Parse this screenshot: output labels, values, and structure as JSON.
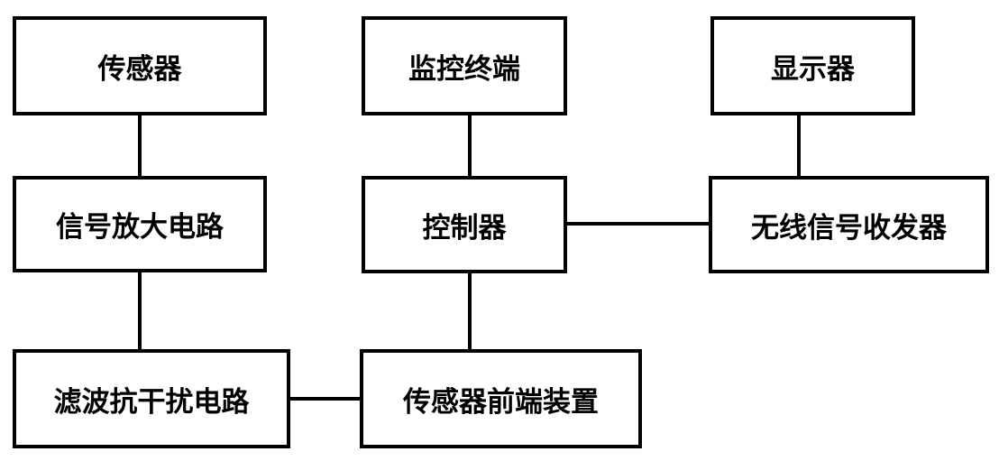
{
  "diagram": {
    "nodes": {
      "sensor": "传感器",
      "monitor_terminal": "监控终端",
      "display": "显示器",
      "signal_amplifier": "信号放大电路",
      "controller": "控制器",
      "wireless_transceiver": "无线信号收发器",
      "filter_circuit": "滤波抗干扰电路",
      "sensor_frontend": "传感器前端装置"
    },
    "edges": [
      [
        "sensor",
        "signal_amplifier"
      ],
      [
        "signal_amplifier",
        "filter_circuit"
      ],
      [
        "filter_circuit",
        "sensor_frontend"
      ],
      [
        "sensor_frontend",
        "controller"
      ],
      [
        "monitor_terminal",
        "controller"
      ],
      [
        "controller",
        "wireless_transceiver"
      ],
      [
        "display",
        "wireless_transceiver"
      ]
    ]
  }
}
